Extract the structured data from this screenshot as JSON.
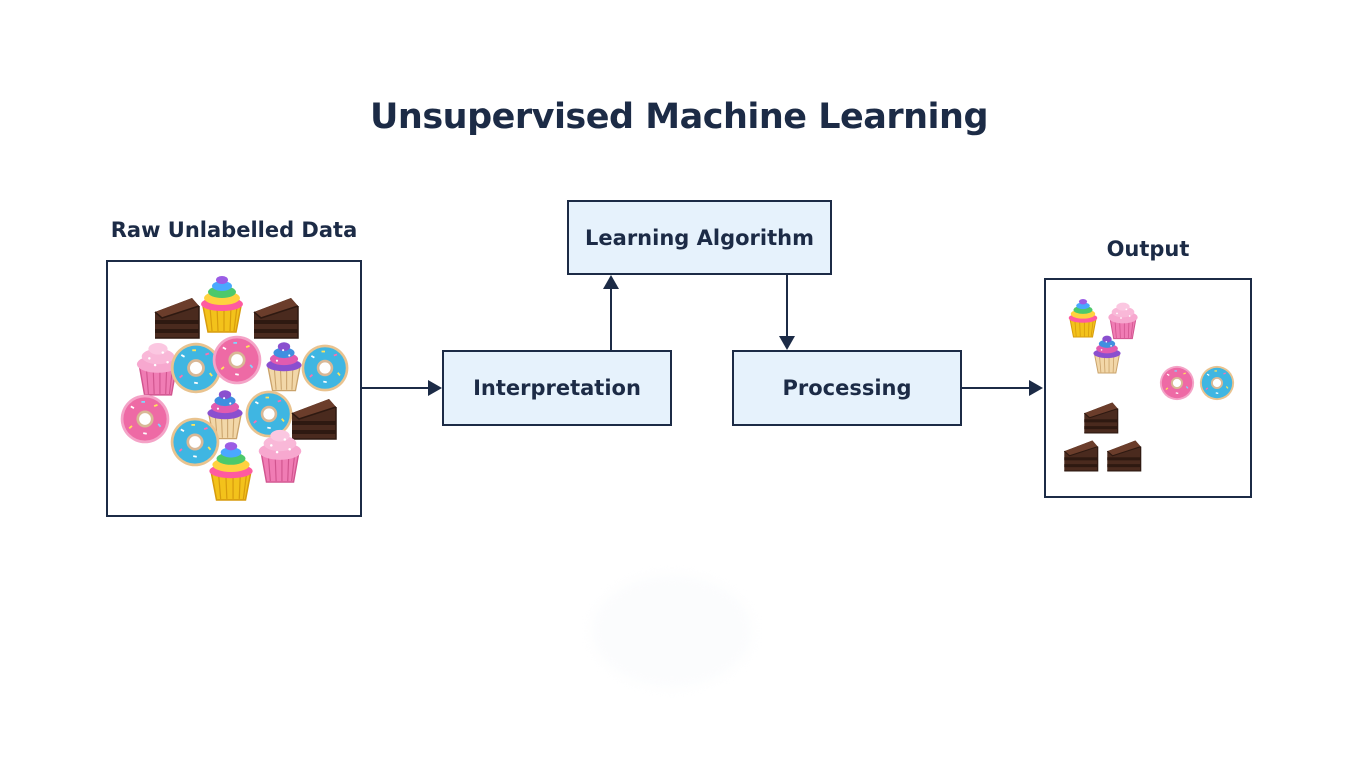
{
  "title": "Unsupervised Machine Learning",
  "input_label": "Raw Unlabelled Data",
  "output_label": "Output",
  "nodes": {
    "learning_algorithm": "Learning Algorithm",
    "interpretation": "Interpretation",
    "processing": "Processing"
  },
  "colors": {
    "ink": "#1c2b46",
    "node_fill": "#e6f2fc",
    "donut_pink": "#ee6aa5",
    "donut_blue": "#3fb6e2",
    "cake": "#5a3326",
    "cupcake_wrapper_yellow": "#f3c21b",
    "cupcake_wrapper_pink": "#f07cb4"
  },
  "input_items": [
    "cake",
    "rainbow-cupcake",
    "cake",
    "pink-cupcake",
    "blue-donut",
    "pink-donut",
    "purple-cupcake",
    "blue-donut",
    "pink-donut",
    "purple-cupcake",
    "blue-donut",
    "cake",
    "blue-donut",
    "pink-cupcake",
    "rainbow-cupcake"
  ],
  "output_clusters": [
    {
      "group": "cupcakes",
      "items": [
        "rainbow-cupcake",
        "pink-cupcake",
        "purple-cupcake"
      ]
    },
    {
      "group": "donuts",
      "items": [
        "pink-donut",
        "blue-donut"
      ]
    },
    {
      "group": "cakes",
      "items": [
        "cake",
        "cake",
        "cake"
      ]
    }
  ]
}
